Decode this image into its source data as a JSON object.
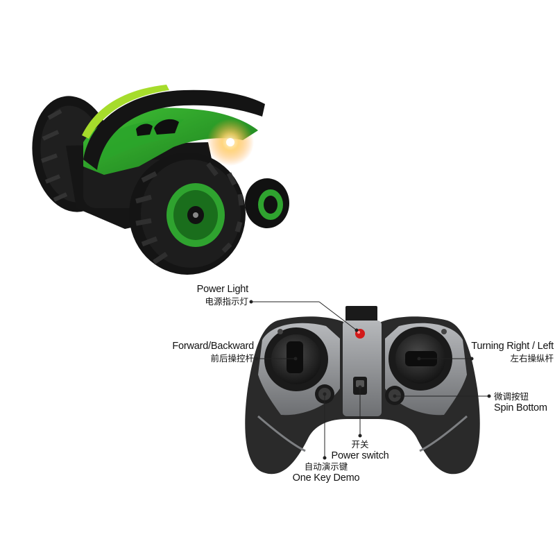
{
  "labels": {
    "power_light": {
      "en": "Power Light",
      "cn": "电源指示灯"
    },
    "forward_backward": {
      "en": "Forward/Backward",
      "cn": "前后操控杆"
    },
    "turning": {
      "en": "Turning Right / Left",
      "cn": "左右操纵杆"
    },
    "spin": {
      "cn": "微调按钮",
      "en": "Spin Bottom"
    },
    "power_switch": {
      "cn": "开关",
      "en": "Power switch"
    },
    "demo": {
      "cn": "自动演示键",
      "en": "One Key Demo"
    }
  },
  "colors": {
    "car_body": "#2e9e2a",
    "car_accent": "#9ad61f",
    "tire": "#141414",
    "rim": "#2fa32f",
    "controller_shell": "#2a2a2a",
    "controller_panel": "#8d8f92",
    "power_led": "#d21a1a",
    "line": "#222222"
  },
  "icons": [
    "rc-stunt-car",
    "remote-controller"
  ]
}
